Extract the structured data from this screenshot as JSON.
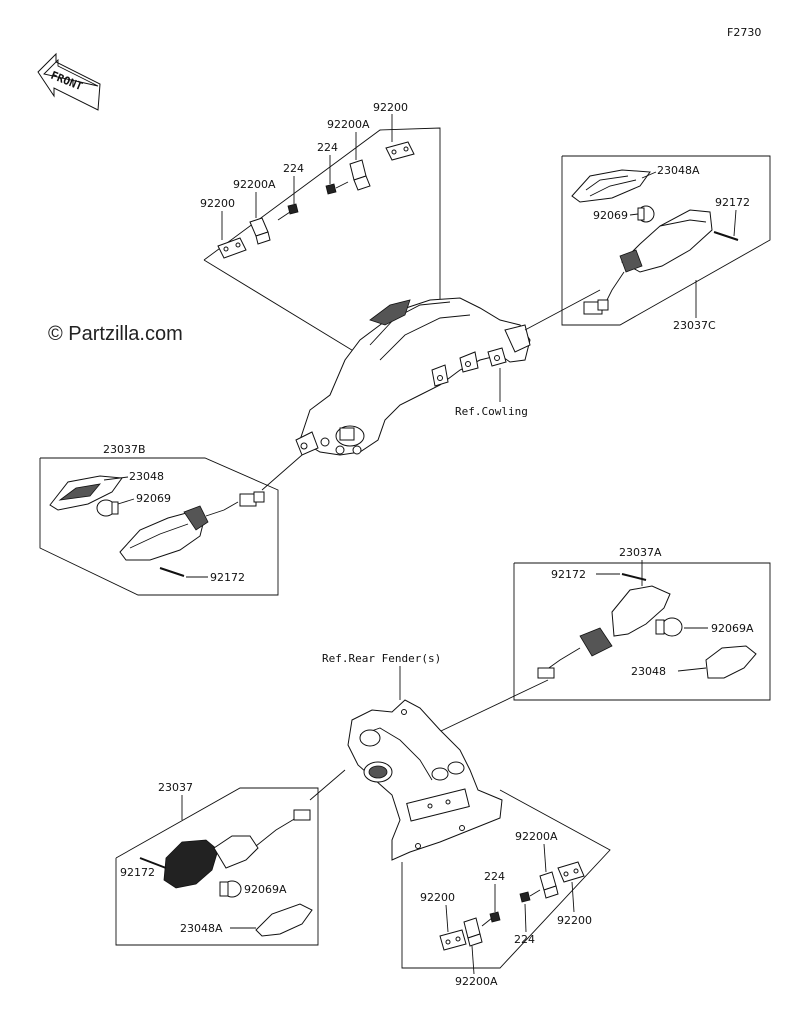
{
  "figure_code": "F2730",
  "front_label": "FRONT",
  "copyright": "© Partzilla.com",
  "refs": {
    "cowling": "Ref.Cowling",
    "rear_fender": "Ref.Rear Fender(s)"
  },
  "groups": {
    "front_left": {
      "assembly": "23037B",
      "lens": "23048",
      "bulb": "92069",
      "screw": "92172"
    },
    "front_right": {
      "assembly": "23037C",
      "lens": "23048A",
      "bulb": "92069",
      "screw": "92172"
    },
    "rear_right": {
      "assembly": "23037A",
      "screw": "92172",
      "bulb": "92069A",
      "lens": "23048"
    },
    "rear_left": {
      "assembly": "23037",
      "screw": "92172",
      "bulb": "92069A",
      "lens": "23048A"
    }
  },
  "brackets_top": {
    "left_plate": "92200",
    "left_bracket": "92200A",
    "left_bolt": "224",
    "right_bolt": "224",
    "right_bracket": "92200A",
    "right_plate": "92200"
  },
  "brackets_bottom": {
    "left_plate": "92200",
    "left_bolt": "224",
    "left_bracket": "92200A",
    "right_bracket": "92200A",
    "right_bolt": "224",
    "right_plate": "92200"
  }
}
